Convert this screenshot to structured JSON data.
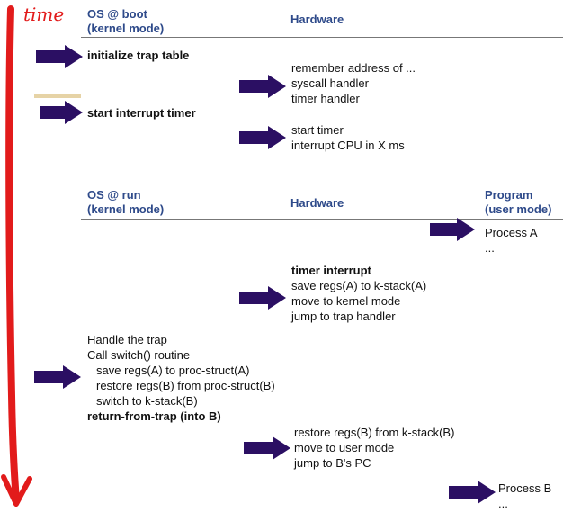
{
  "time_label": "time",
  "boot_section": {
    "os_header": [
      "OS @ boot",
      "(kernel mode)"
    ],
    "hw_header": "Hardware",
    "os_steps": [
      "initialize trap table",
      "start interrupt timer"
    ],
    "hw_block1": [
      "remember address of ...",
      "syscall handler",
      "timer handler"
    ],
    "hw_block2": [
      "start timer",
      "interrupt CPU in X ms"
    ]
  },
  "run_section": {
    "os_header": [
      "OS @ run",
      "(kernel mode)"
    ],
    "hw_header": "Hardware",
    "prog_header": [
      "Program",
      "(user mode)"
    ],
    "process_a": [
      "Process A",
      "..."
    ],
    "hw_interrupt": [
      "timer interrupt",
      "save regs(A) to k-stack(A)",
      "move to kernel mode",
      "jump to trap handler"
    ],
    "os_handle": [
      "Handle the trap",
      "Call switch() routine",
      "save regs(A) to proc-struct(A)",
      "restore regs(B) from proc-struct(B)",
      "switch to k-stack(B)",
      "return-from-trap (into B)"
    ],
    "hw_return": [
      "restore regs(B) from k-stack(B)",
      "move to user mode",
      "jump to B's PC"
    ],
    "process_b": [
      "Process B",
      "..."
    ]
  },
  "colors": {
    "arrow": "#2b0f63",
    "header_text": "#2e4a8a",
    "timeline": "#e21b1b",
    "highlight": "#e6d3a6"
  }
}
